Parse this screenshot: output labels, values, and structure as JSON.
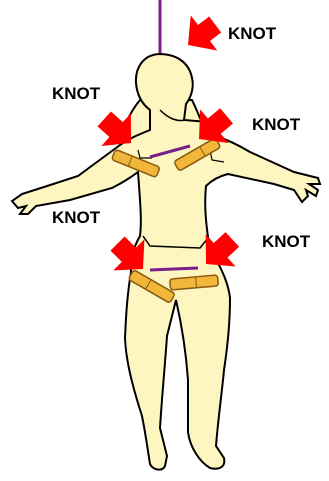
{
  "labels": {
    "head": "KNOT",
    "left_shoulder": "KNOT",
    "right_shoulder": "KNOT",
    "left_hip": "KNOT",
    "right_hip": "KNOT"
  },
  "colors": {
    "body_fill": "#fdf6c0",
    "outline": "#000000",
    "arrow": "#ff0000",
    "rod": "#7a1f87",
    "tab_fill": "#f0b73a",
    "tab_outline": "#8a5a10",
    "background": "#ffffff"
  }
}
